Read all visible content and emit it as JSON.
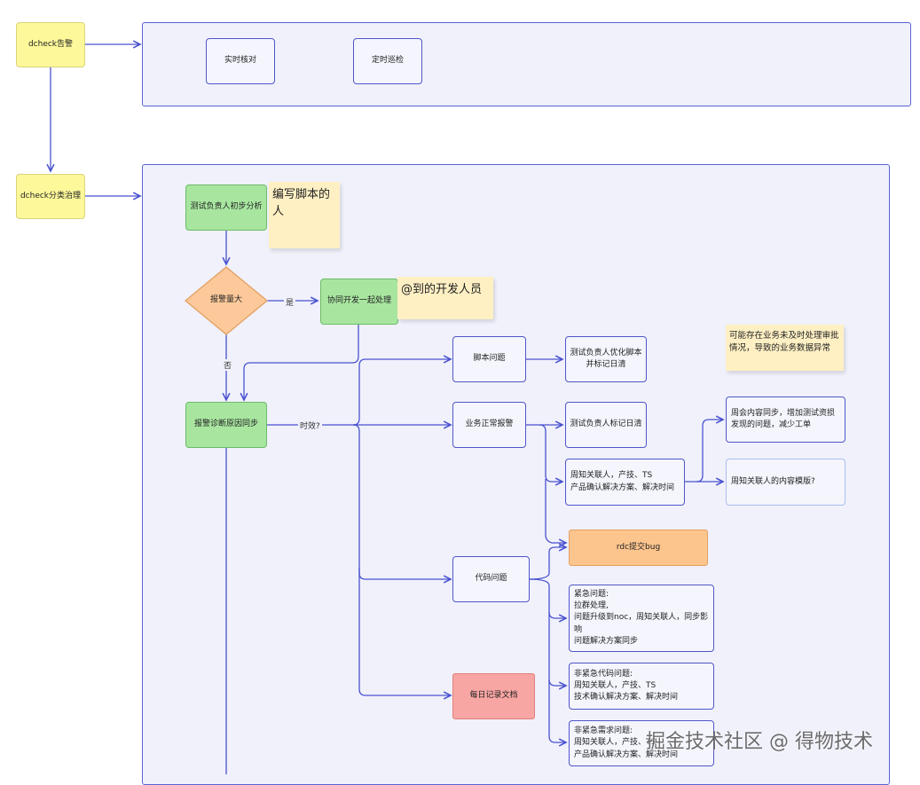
{
  "nodes": {
    "dcheck_alert": "dcheck告警",
    "dcheck_classify": "dcheck分类治理",
    "realtime_check": "实时核对",
    "scheduled_inspect": "定时巡检",
    "initial_analysis": "测试负责人初步分析",
    "note_script_writer": "编写脚本的人",
    "decision_volume": "报警量大",
    "yes": "是",
    "no": "否",
    "coop_dev": "协同开发一起处理",
    "note_at_dev": "@到的开发人员",
    "diagnose_sync": "报警诊断原因同步",
    "timeliness": "时效?",
    "script_issue": "脚本问题",
    "business_normal": "业务正常报警",
    "code_issue": "代码问题",
    "daily_doc": "每日记录文档",
    "optimize_script": "测试负责人优化脚本\n并标记日清",
    "mark_daily": "测试负责人标记日清",
    "notify_related": "周知关联人，产技、TS\n产品确认解决方案、解决时间",
    "weekly_sync": "周会内容同步，增加测试资损\n发现的问题，减少工单",
    "notify_template": "周知关联人的内容模版?",
    "note_possible": "可能存在业务未及时处理审批情况，导致的业务数据异常",
    "rdc_bug": "rdc提交bug",
    "urgent": "紧急问题:\n拉群处理,\n问题升级到noc，周知关联人，同步影响\n问题解决方案同步",
    "non_urgent_code": "非紧急代码问题:\n周知关联人，产技、TS\n技术确认解决方案、解决时间",
    "non_urgent_req": "非紧急需求问题:\n周知关联人，产技、TS\n产品确认解决方案、解决时间"
  },
  "watermark": "掘金技术社区 @ 得物技术"
}
